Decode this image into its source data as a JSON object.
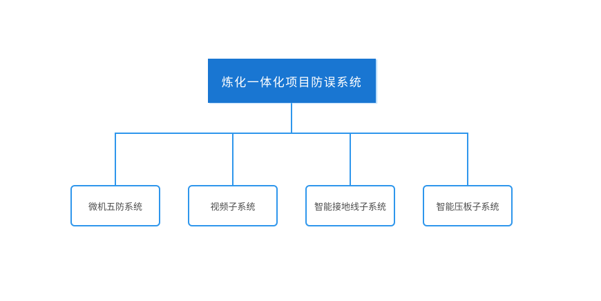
{
  "diagram": {
    "type": "org-chart",
    "root": {
      "label": "炼化一体化项目防误系统"
    },
    "children": [
      {
        "label": "微机五防系统"
      },
      {
        "label": "视频子系统"
      },
      {
        "label": "智能接地线子系统"
      },
      {
        "label": "智能压板子系统"
      }
    ],
    "colors": {
      "background": "#FFFFFF",
      "root_fill": "#1976D2",
      "root_text": "#FFFFFF",
      "connector_line": "#2E96EC",
      "child_border": "#2E96EC",
      "child_fill": "#FFFFFF",
      "child_text": "#4D4D4D"
    }
  }
}
